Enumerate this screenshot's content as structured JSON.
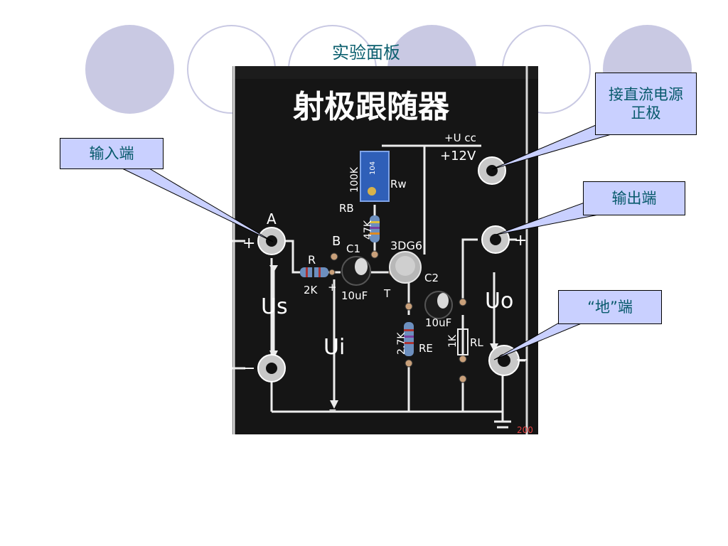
{
  "slide": {
    "title": "实验面板"
  },
  "board": {
    "title": "射极跟随器",
    "supply_label": "+U cc",
    "supply_value": "+12V",
    "node_a": "A",
    "node_b": "B",
    "rb_label": "RB",
    "rb_value": "100K",
    "rw_label": "Rw",
    "r_label": "R",
    "r_value": "2K",
    "r47_value": "47K",
    "c1_label": "C1",
    "c1_value": "10uF",
    "transistor": "3DG6",
    "t_label": "T",
    "c2_label": "C2",
    "c2_value": "10uF",
    "re_label": "RE",
    "re_value": "2.7K",
    "rl_label": "RL",
    "rl_value": "1K",
    "us_label": "Us",
    "ui_label": "Ui",
    "uo_label": "Uo",
    "plus": "+",
    "minus": "−",
    "pot_code": "104",
    "corner_text": "200"
  },
  "callouts": {
    "dc_positive": "接直流电源正极",
    "input": "输入端",
    "output": "输出端",
    "ground": "“地”端"
  },
  "colors": {
    "deco": "#c9c9e3",
    "callout_bg": "#c9d0ff",
    "callout_text": "#07596b",
    "board_bg": "#151515"
  }
}
